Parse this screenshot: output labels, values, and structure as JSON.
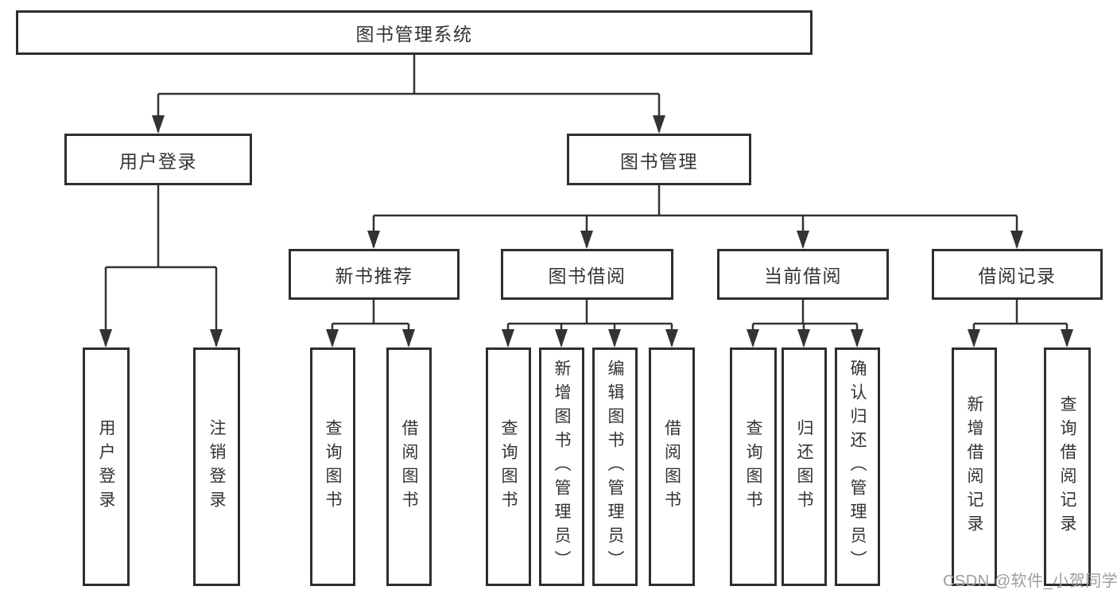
{
  "tree": {
    "root": {
      "label": "图书管理系统"
    },
    "children": [
      {
        "label": "用户登录",
        "children": [
          {
            "label": "用户登录"
          },
          {
            "label": "注销登录"
          }
        ]
      },
      {
        "label": "图书管理",
        "children": [
          {
            "label": "新书推荐",
            "children": [
              {
                "label": "查询图书"
              },
              {
                "label": "借阅图书"
              }
            ]
          },
          {
            "label": "图书借阅",
            "children": [
              {
                "label": "查询图书"
              },
              {
                "label": "新增图书（管理员）"
              },
              {
                "label": "编辑图书（管理员）"
              },
              {
                "label": "借阅图书"
              }
            ]
          },
          {
            "label": "当前借阅",
            "children": [
              {
                "label": "查询图书"
              },
              {
                "label": "归还图书"
              },
              {
                "label": "确认归还（管理员）"
              }
            ]
          },
          {
            "label": "借阅记录",
            "children": [
              {
                "label": "新增借阅记录"
              },
              {
                "label": "查询借阅记录"
              }
            ]
          }
        ]
      }
    ]
  },
  "watermark": "CSDN @软件_小贺同学",
  "colors": {
    "line": "#333333",
    "border": "#2e2e2e",
    "text": "#333333",
    "watermark": "#9d9d9d",
    "background": "#ffffff"
  }
}
